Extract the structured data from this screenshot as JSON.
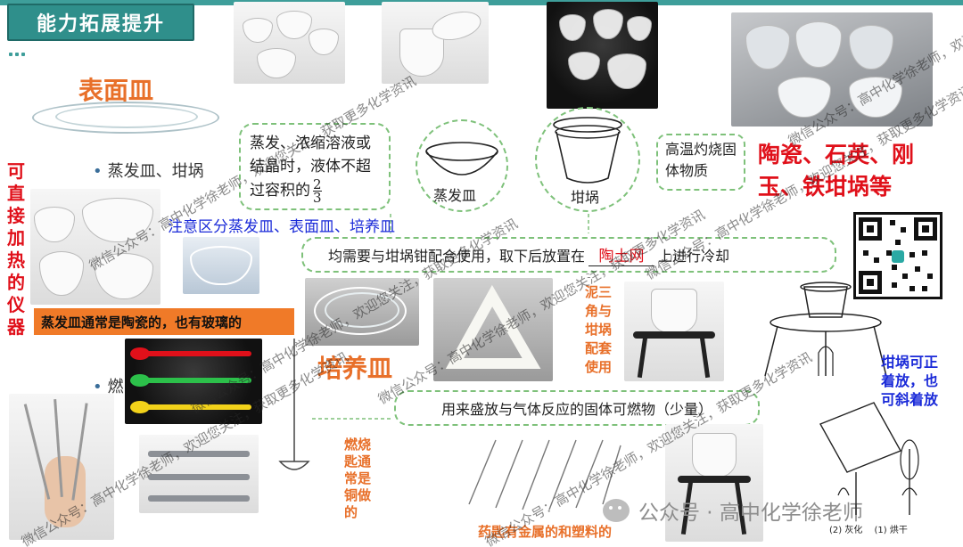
{
  "header": {
    "title": "能力拓展提升"
  },
  "titles": {
    "watch_glass": "表面皿",
    "culture_dish": "培养皿",
    "crucible_materials_line1": "陶瓷、石英、刚",
    "crucible_materials_line2": "玉、铁坩埚等"
  },
  "notes": {
    "direct_heat": [
      "可",
      "直",
      "接",
      "加",
      "热",
      "的",
      "仪",
      "器"
    ],
    "bullet1": "蒸发皿、坩埚",
    "bullet2": "燃",
    "distinguish": "注意区分蒸发皿、表面皿、培养皿",
    "evap_material": "蒸发皿通常是陶瓷的，也有玻璃的",
    "evap_box": "蒸发、浓缩溶液或结晶时，液体不超过容积的",
    "fraction_num": "2",
    "fraction_den": "3",
    "high_temp": "高温灼烧固体物质",
    "evap_dish_label": "蒸发皿",
    "crucible_label": "坩埚",
    "tongs_pre": "均需要与坩埚钳配合使用，取下后放置在",
    "tongs_blank": "陶土网",
    "tongs_post": "上进行冷却",
    "clay_triangle": [
      "泥三",
      "角与",
      "坩埚",
      "配套",
      "使用"
    ],
    "combustion_box": "用来盛放与气体反应的固体可燃物（少量）",
    "spoon_material": [
      "燃烧",
      "匙通",
      "常是",
      "铜做",
      "的"
    ],
    "spatula_material": "药匙有金属的和塑料的",
    "crucible_placement": [
      "坩埚可正",
      "着放，也",
      "可斜着放"
    ],
    "source": "公众号 · 高中化学徐老师",
    "diagram_caption_1": "(2) 灰化",
    "diagram_caption_2": "(1) 烘干"
  },
  "watermarks": [
    "微信公众号：高中化学徐老师，欢迎您关注，获取更多化学资讯",
    "微信公众号：高中化学徐老师，欢迎您关注，获取更多化学资讯",
    "微信公众号：高中化学徐老师，欢迎您关注，获取更多化学资讯",
    "微信公众号：高中化学徐老师，欢迎您关注，获取更多化学资讯",
    "微信公众号：高中化学徐老师，欢迎您关注，获取更多化学资讯",
    "微信公众号：高中化学徐老师，欢迎您关注，获取更多化学资讯",
    "微信公众号：高中化学徐老师，欢迎您关注，获取更多化学资讯"
  ],
  "colors": {
    "header": "#2f8f8b",
    "orange": "#e8702a",
    "red": "#e0101a",
    "blue": "#1a2ad8",
    "dashed_border": "#7ec17a",
    "evap_banner": "#f07a28"
  }
}
